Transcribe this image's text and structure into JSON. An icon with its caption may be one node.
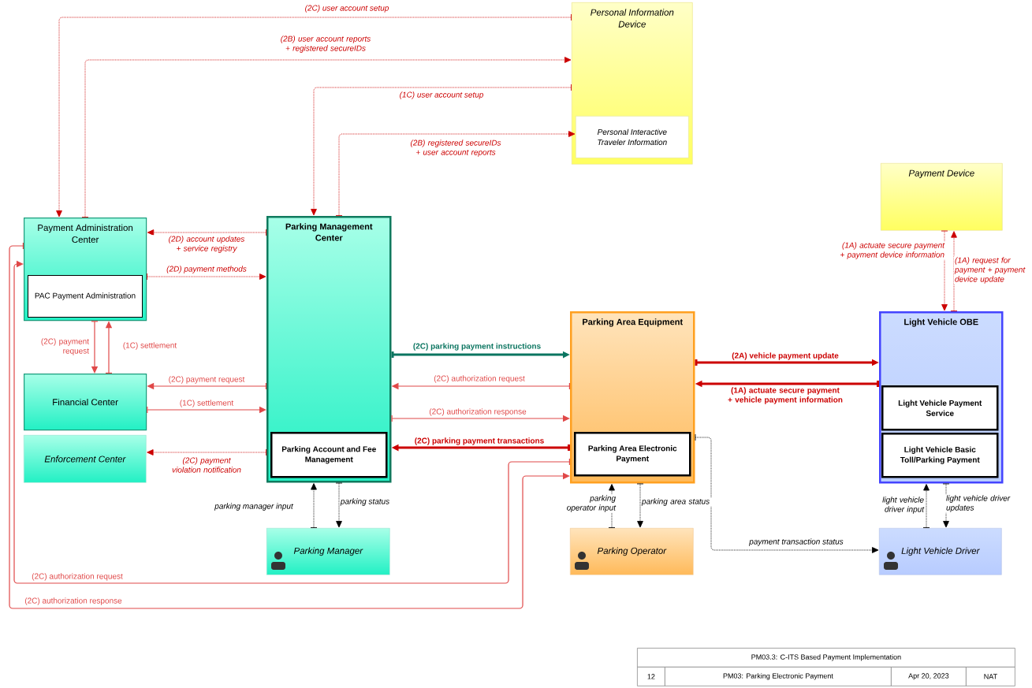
{
  "diagram": {
    "nodes": [
      {
        "text": [
          "Personal Information Device"
        ]
      },
      {
        "text": [
          "Personal Interactive Traveler Information"
        ],
        "in": 0
      },
      {
        "text": [
          "Payment Device"
        ]
      },
      {
        "text": [
          "Payment Administration Center"
        ]
      },
      {
        "text": [
          "PAC Payment Administration"
        ],
        "in": 3
      },
      {
        "text": [
          "Parking Management Center"
        ]
      },
      {
        "text": [
          "Parking Account and Fee Management"
        ],
        "in": 5
      },
      {
        "text": [
          "Parking Area Equipment"
        ]
      },
      {
        "text": [
          "Parking Area Electronic Payment"
        ],
        "in": 7
      },
      {
        "text": [
          "Light Vehicle OBE"
        ]
      },
      {
        "text": [
          "Light Vehicle Payment Service"
        ],
        "in": 9
      },
      {
        "text": [
          "Light Vehicle Basic Toll/Parking Payment"
        ],
        "in": 9
      },
      {
        "text": [
          "Financial Center"
        ]
      },
      {
        "text": [
          "Enforcement Center"
        ]
      },
      {
        "text": [
          "Parking Manager"
        ]
      },
      {
        "text": [
          "Parking Operator"
        ]
      },
      {
        "text": [
          "Light Vehicle Driver"
        ]
      }
    ],
    "edges": [
      {
        "from": 0,
        "to": 3,
        "arrow": "to",
        "label": "(2C) user account setup",
        "style": "dashed"
      },
      {
        "from": 3,
        "to": 0,
        "arrow": "to",
        "label": "(2B) user account reports + registered secureIDs",
        "style": "dashed"
      },
      {
        "from": 0,
        "to": 5,
        "arrow": "to",
        "label": "(1C) user account setup",
        "style": "dashed"
      },
      {
        "from": 5,
        "to": 1,
        "arrow": "to",
        "label": "(2B) registered secureIDs + user account reports",
        "style": "dashed"
      },
      {
        "from": 5,
        "to": 3,
        "arrow": "to",
        "label": "(2D) account updates + service registry",
        "style": "dashed"
      },
      {
        "from": 3,
        "to": 5,
        "arrow": "to",
        "label": "(2D) payment methods",
        "style": "dashed"
      },
      {
        "from": 3,
        "to": 12,
        "arrow": "to",
        "label": "(2C) payment request",
        "color": "#e04848"
      },
      {
        "from": 12,
        "to": 3,
        "arrow": "to",
        "label": "(1C) settlement",
        "color": "#e04848"
      },
      {
        "from": 5,
        "to": 12,
        "arrow": "to",
        "label": "(2C) payment request",
        "color": "#e04848"
      },
      {
        "from": 12,
        "to": 5,
        "arrow": "to",
        "label": "(1C) settlement",
        "color": "#e04848"
      },
      {
        "from": 5,
        "to": 13,
        "arrow": "to",
        "label": "(2C) payment violation notification",
        "style": "dashed"
      },
      {
        "from": 14,
        "to": 5,
        "arrow": "to",
        "label": "parking manager input",
        "style": "dashed",
        "color": "#000000"
      },
      {
        "from": 5,
        "to": 14,
        "arrow": "to",
        "label": "parking status",
        "style": "dashed",
        "color": "#000000"
      },
      {
        "from": 5,
        "to": 7,
        "arrow": "to",
        "label": "(2C) parking payment instructions",
        "style": "thick",
        "color": "#0b7560"
      },
      {
        "from": 7,
        "to": 5,
        "arrow": "to",
        "label": "(2C) authorization request",
        "color": "#e04848"
      },
      {
        "from": 5,
        "to": 7,
        "arrow": "to",
        "label": "(2C) authorization response",
        "color": "#e04848"
      },
      {
        "from": 7,
        "to": 5,
        "arrow": "to",
        "label": "(2C) parking payment transactions",
        "style": "thick"
      },
      {
        "from": 7,
        "to": 3,
        "arrow": "to",
        "label": "(2C) authorization request",
        "color": "#e04848"
      },
      {
        "from": 3,
        "to": 7,
        "arrow": "to",
        "label": "(2C) authorization response",
        "color": "#e04848"
      },
      {
        "from": 7,
        "to": 9,
        "arrow": "to",
        "label": "(2A) vehicle payment update",
        "style": "thick"
      },
      {
        "from": 9,
        "to": 7,
        "arrow": "to",
        "label": "(1A) actuate secure payment + vehicle payment information",
        "style": "thick"
      },
      {
        "from": 2,
        "to": 9,
        "arrow": "to",
        "label": "(1A) actuate secure payment + payment device information",
        "style": "dashed"
      },
      {
        "from": 9,
        "to": 2,
        "arrow": "to",
        "label": "(1A) request for payment + payment device update",
        "style": "dashed"
      },
      {
        "from": 15,
        "to": 7,
        "arrow": "to",
        "label": "parking operator input",
        "style": "dashed",
        "color": "#000000"
      },
      {
        "from": 7,
        "to": 15,
        "arrow": "to",
        "label": "parking area status",
        "style": "dashed",
        "color": "#000000"
      },
      {
        "from": 7,
        "to": 16,
        "arrow": "to",
        "label": "payment transaction status",
        "style": "dashed",
        "color": "#000000"
      },
      {
        "from": 16,
        "to": 9,
        "arrow": "to",
        "label": "light vehicle driver input",
        "style": "dashed",
        "color": "#000000"
      },
      {
        "from": 9,
        "to": 16,
        "arrow": "to",
        "label": "light vehicle driver updates",
        "style": "dashed",
        "color": "#000000"
      }
    ],
    "labels": [
      "PM03.3: C-ITS Based Payment Implementation",
      "12",
      "PM03: Parking Electronic Payment",
      "Apr 20, 2023",
      "NAT"
    ]
  }
}
